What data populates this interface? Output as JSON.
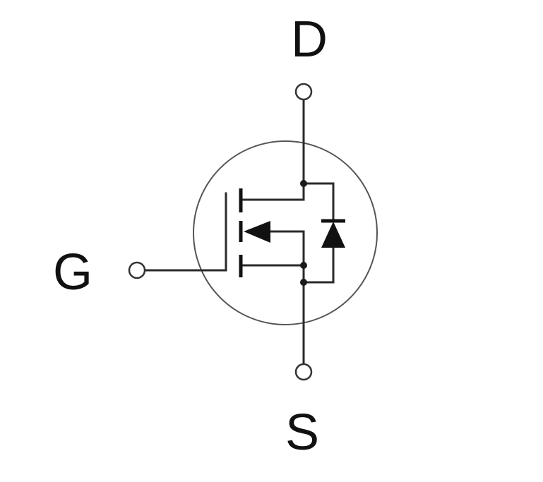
{
  "terminals": {
    "drain": "D",
    "gate": "G",
    "source": "S"
  },
  "colors": {
    "line": "#2a2a2a",
    "background": "#ffffff"
  }
}
